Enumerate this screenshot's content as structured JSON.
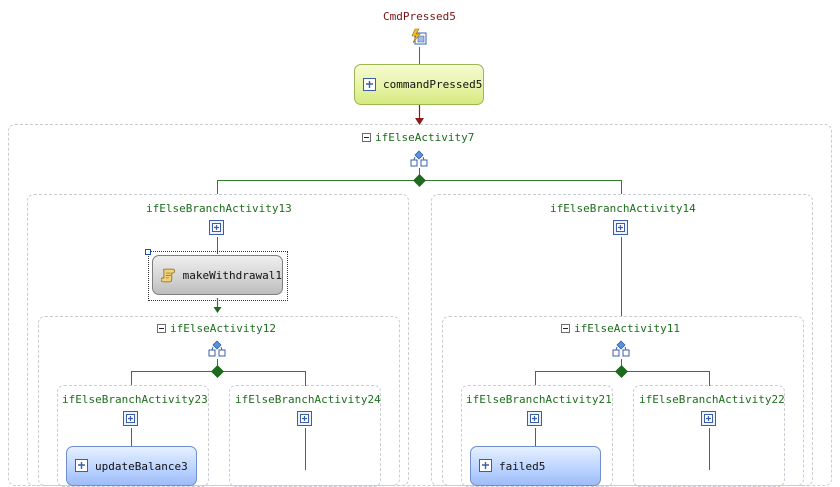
{
  "diagram": {
    "event_label": "CmdPressed5",
    "command_node": "commandPressed5",
    "outer_if": "ifElseActivity7",
    "left_branch": "ifElseBranchActivity13",
    "right_branch": "ifElseBranchActivity14",
    "withdraw_node": "makeWithdrawal1",
    "left_inner_if": "ifElseActivity12",
    "right_inner_if": "ifElseActivity11",
    "branch23": "ifElseBranchActivity23",
    "branch24": "ifElseBranchActivity24",
    "branch21": "ifElseBranchActivity21",
    "branch22": "ifElseBranchActivity22",
    "update_node": "updateBalance3",
    "failed_node": "failed5"
  },
  "colors": {
    "label_green": "#1d6e1d",
    "label_maroon": "#7a1414",
    "connector_green": "#2e7d2e",
    "arrow_red": "#8b1a1a"
  },
  "icons": [
    "event-handler-icon",
    "activity-icon",
    "ifelse-icon",
    "branch-icon",
    "code-scroll-icon",
    "collapse-icon"
  ]
}
